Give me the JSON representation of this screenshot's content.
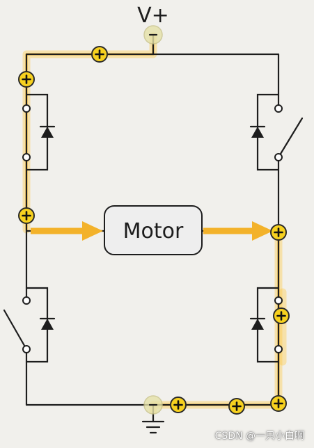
{
  "diagram": {
    "supply_label": "V+",
    "motor_label": "Motor",
    "badge_symbol": "+",
    "colors": {
      "wire": "#1d1d1d",
      "highlight": "#f5b62a",
      "badge": "#f7d11f",
      "background": "#f1f0ec"
    },
    "icons": [
      "vplus-terminal-icon",
      "ground-icon",
      "diode-icon",
      "switch-icon",
      "plus-badge-icon",
      "flow-arrow-icon"
    ]
  },
  "watermark": "CSDN @一只小白啊"
}
